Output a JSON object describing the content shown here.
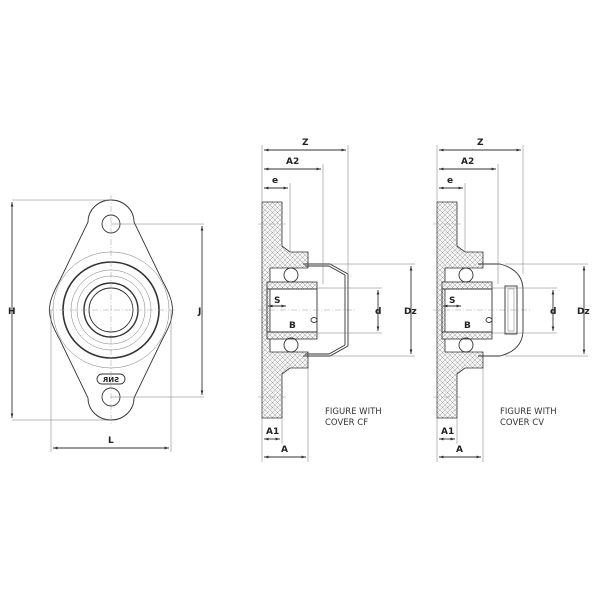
{
  "front_view": {
    "dims": {
      "H": "H",
      "J": "J",
      "L": "L"
    },
    "logo": "SNR"
  },
  "side_views": [
    {
      "dims": {
        "Z": "Z",
        "A2": "A2",
        "e": "e",
        "S": "S",
        "B": "B",
        "d": "d",
        "Dz": "Dz",
        "A1": "A1",
        "A": "A"
      },
      "caption_line1": "FIGURE WITH",
      "caption_line2": "COVER CF"
    },
    {
      "dims": {
        "Z": "Z",
        "A2": "A2",
        "e": "e",
        "S": "S",
        "B": "B",
        "d": "d",
        "Dz": "Dz",
        "A1": "A1",
        "A": "A"
      },
      "caption_line1": "FIGURE WITH",
      "caption_line2": "COVER CV"
    }
  ]
}
